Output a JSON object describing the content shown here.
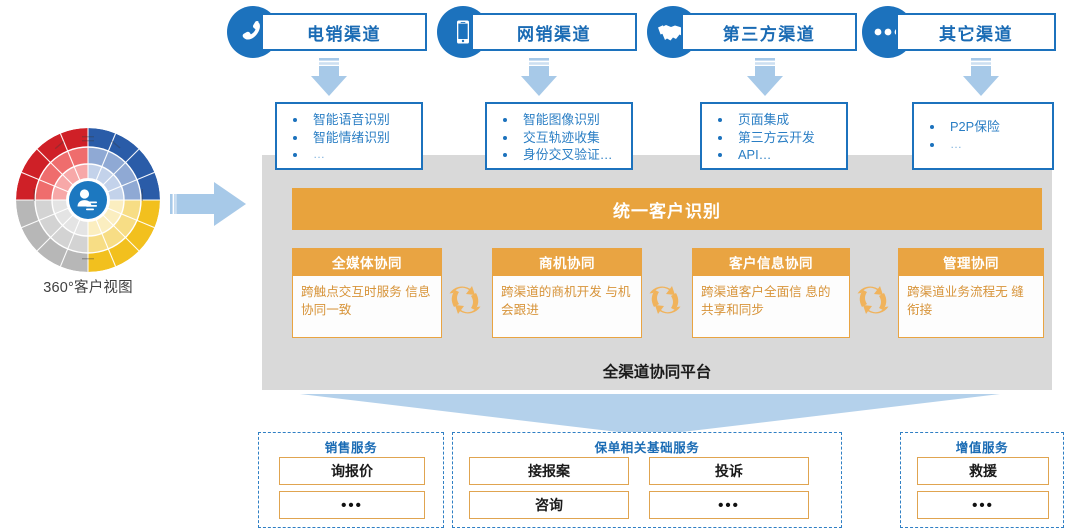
{
  "left_panel": {
    "label": "360°客户视图",
    "sunburst_icon": "person-record-icon",
    "arrow_icon": "big-right-arrow-icon",
    "segment_colors": [
      "#cf2027",
      "#2a5ca8",
      "#f2c01e",
      "#b7b7b7"
    ]
  },
  "channels": [
    {
      "label": "电销渠道",
      "icon": "phone-icon",
      "arrow_icon": "down-arrow-icon"
    },
    {
      "label": "网销渠道",
      "icon": "mobile-icon",
      "arrow_icon": "down-arrow-icon"
    },
    {
      "label": "第三方渠道",
      "icon": "handshake-icon",
      "arrow_icon": "down-arrow-icon"
    },
    {
      "label": "其它渠道",
      "icon": "ellipsis-icon",
      "arrow_icon": "down-arrow-icon"
    }
  ],
  "features": [
    {
      "items": [
        "智能语音识别",
        "智能情绪识别",
        "…"
      ]
    },
    {
      "items": [
        "智能图像识别",
        "交互轨迹收集",
        "身份交叉验证…"
      ]
    },
    {
      "items": [
        "页面集成",
        "第三方云开发",
        "API…"
      ]
    },
    {
      "items": [
        "P2P保险",
        "…"
      ]
    }
  ],
  "platform": {
    "unify_bar": "统一客户识别",
    "title": "全渠道协同平台",
    "sync_icon": "sync-arrows-icon",
    "down_arrow_icon": "wide-down-arrow-icon",
    "collaborations": [
      {
        "title": "全媒体协同",
        "body": "跨触点交互时服务 信息协同一致"
      },
      {
        "title": "商机协同",
        "body": "跨渠道的商机开发 与机会跟进"
      },
      {
        "title": "客户信息协同",
        "body": "跨渠道客户全面信 息的共享和同步"
      },
      {
        "title": "管理协同",
        "body": "跨渠道业务流程无 缝衔接"
      }
    ]
  },
  "services": [
    {
      "title": "销售服务",
      "columns": [
        [
          "询报价",
          "•••"
        ]
      ]
    },
    {
      "title": "保单相关基础服务",
      "columns": [
        [
          "接报案",
          "咨询"
        ],
        [
          "投诉",
          "•••"
        ]
      ]
    },
    {
      "title": "增值服务",
      "columns": [
        [
          "救援",
          "•••"
        ]
      ]
    }
  ],
  "colors": {
    "brand_blue": "#1c72bd",
    "accent_orange": "#e9a442",
    "panel_gray": "#d9d9d9",
    "arrow_blue": "#a7c9e8"
  }
}
